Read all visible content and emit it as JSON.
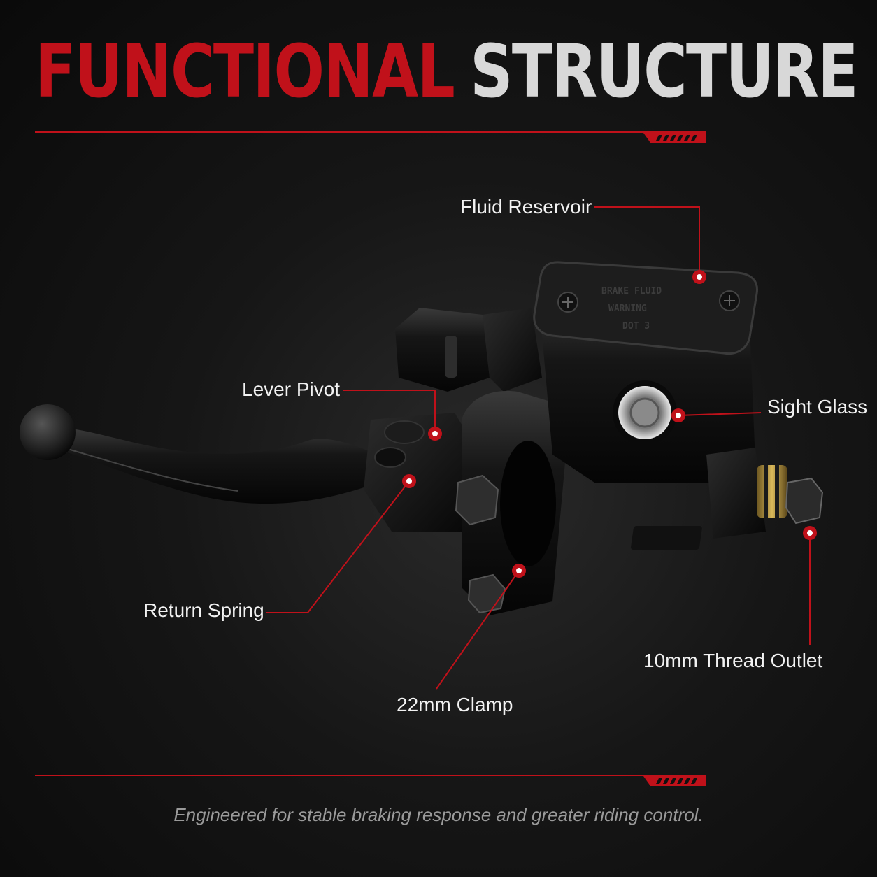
{
  "title": {
    "part1": "FUNCTIONAL",
    "part2": "STRUCTURE"
  },
  "labels": {
    "fluid_reservoir": "Fluid Reservoir",
    "lever_pivot": "Lever Pivot",
    "sight_glass": "Sight Glass",
    "return_spring": "Return Spring",
    "thread_outlet": "10mm Thread Outlet",
    "clamp": "22mm Clamp"
  },
  "reservoir_text": [
    "BRAKE FLUID",
    "WARNING",
    "DOT 3"
  ],
  "caption": "Engineered for stable braking response and greater riding control.",
  "colors": {
    "accent": "#c0111a",
    "title_secondary": "#d8d8d8",
    "background": "#111111"
  }
}
